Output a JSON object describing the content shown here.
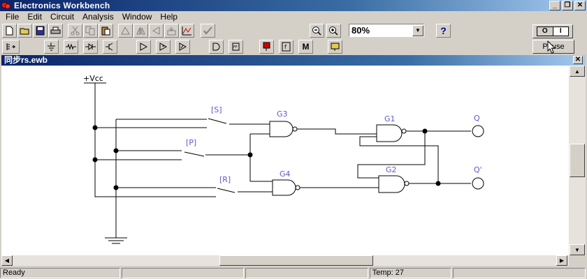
{
  "app": {
    "title": "Electronics Workbench"
  },
  "menu": [
    "File",
    "Edit",
    "Circuit",
    "Analysis",
    "Window",
    "Help"
  ],
  "toolbar": {
    "zoom": "80%",
    "help_label": "?"
  },
  "power": {
    "off_label": "O",
    "on_label": "I",
    "pause_label": "Pause"
  },
  "document": {
    "title": "同步rs.ewb"
  },
  "circuit": {
    "vcc": "+Vcc",
    "switch_s": "[S]",
    "switch_p": "[P]",
    "switch_r": "[R]",
    "gate_g1": "G1",
    "gate_g2": "G2",
    "gate_g3": "G3",
    "gate_g4": "G4",
    "out_q": "Q",
    "out_qbar": "Q'"
  },
  "status": {
    "ready": "Ready",
    "temp": "Temp:  27"
  },
  "colors": {
    "title_blue": "#0a246a",
    "label_blue": "#5a5ad0",
    "chrome": "#d4d0c8"
  }
}
